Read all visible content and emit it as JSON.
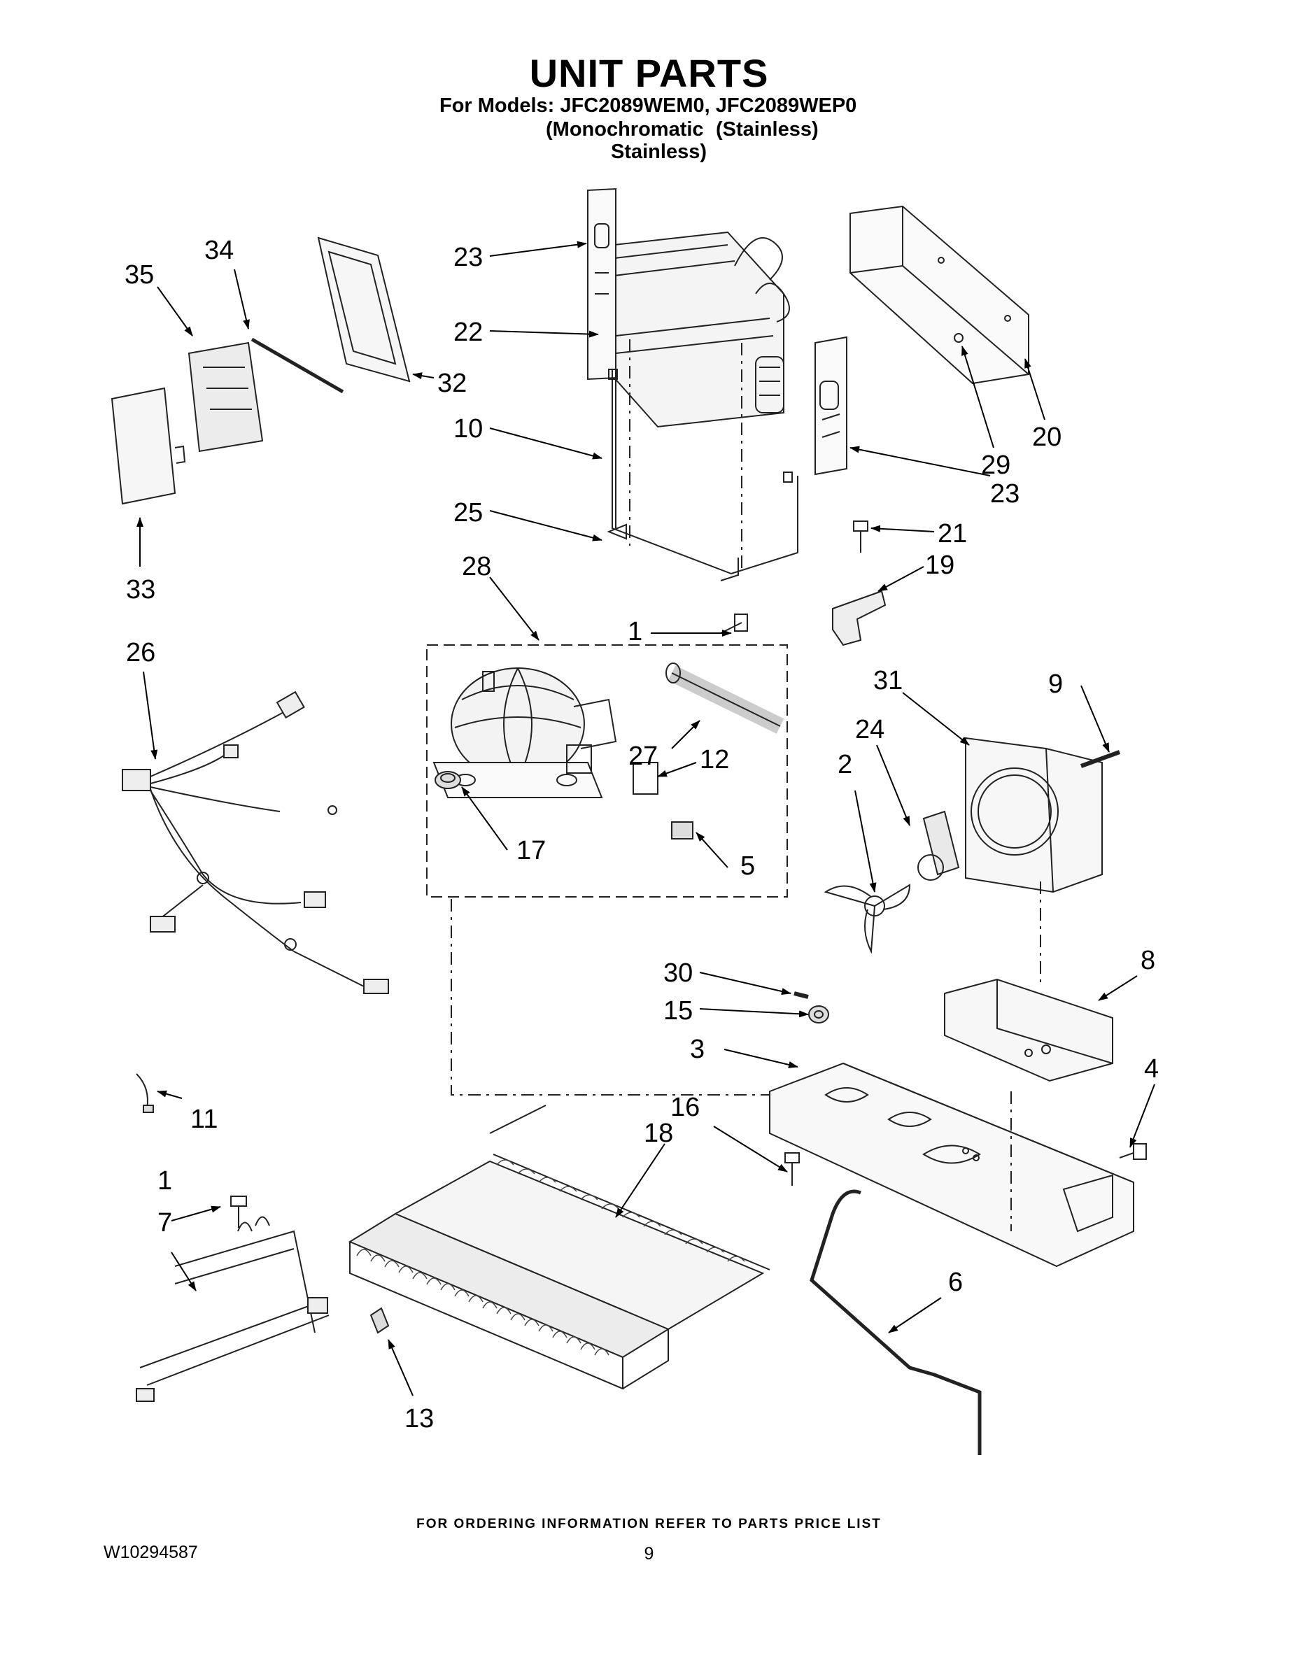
{
  "header": {
    "title": "UNIT PARTS",
    "models_line": "For Models: JFC2089WEM0, JFC2089WEP0",
    "variant_1a": "(Monochromatic",
    "variant_1b": "Stainless)",
    "variant_2": "(Stainless)"
  },
  "callouts": {
    "c1a": "1",
    "c1b": "1",
    "c2": "2",
    "c3": "3",
    "c4": "4",
    "c5": "5",
    "c6": "6",
    "c7": "7",
    "c8": "8",
    "c9": "9",
    "c10": "10",
    "c11": "11",
    "c12": "12",
    "c13": "13",
    "c15": "15",
    "c16": "16",
    "c17": "17",
    "c18": "18",
    "c19": "19",
    "c20": "20",
    "c21": "21",
    "c22": "22",
    "c23a": "23",
    "c23b": "23",
    "c24": "24",
    "c25": "25",
    "c26": "26",
    "c27": "27",
    "c28": "28",
    "c29": "29",
    "c30": "30",
    "c31": "31",
    "c32": "32",
    "c33": "33",
    "c34": "34",
    "c35": "35"
  },
  "footer": {
    "ordering_note": "FOR ORDERING INFORMATION REFER TO PARTS PRICE LIST",
    "document_number": "W10294587",
    "page_number": "9"
  }
}
